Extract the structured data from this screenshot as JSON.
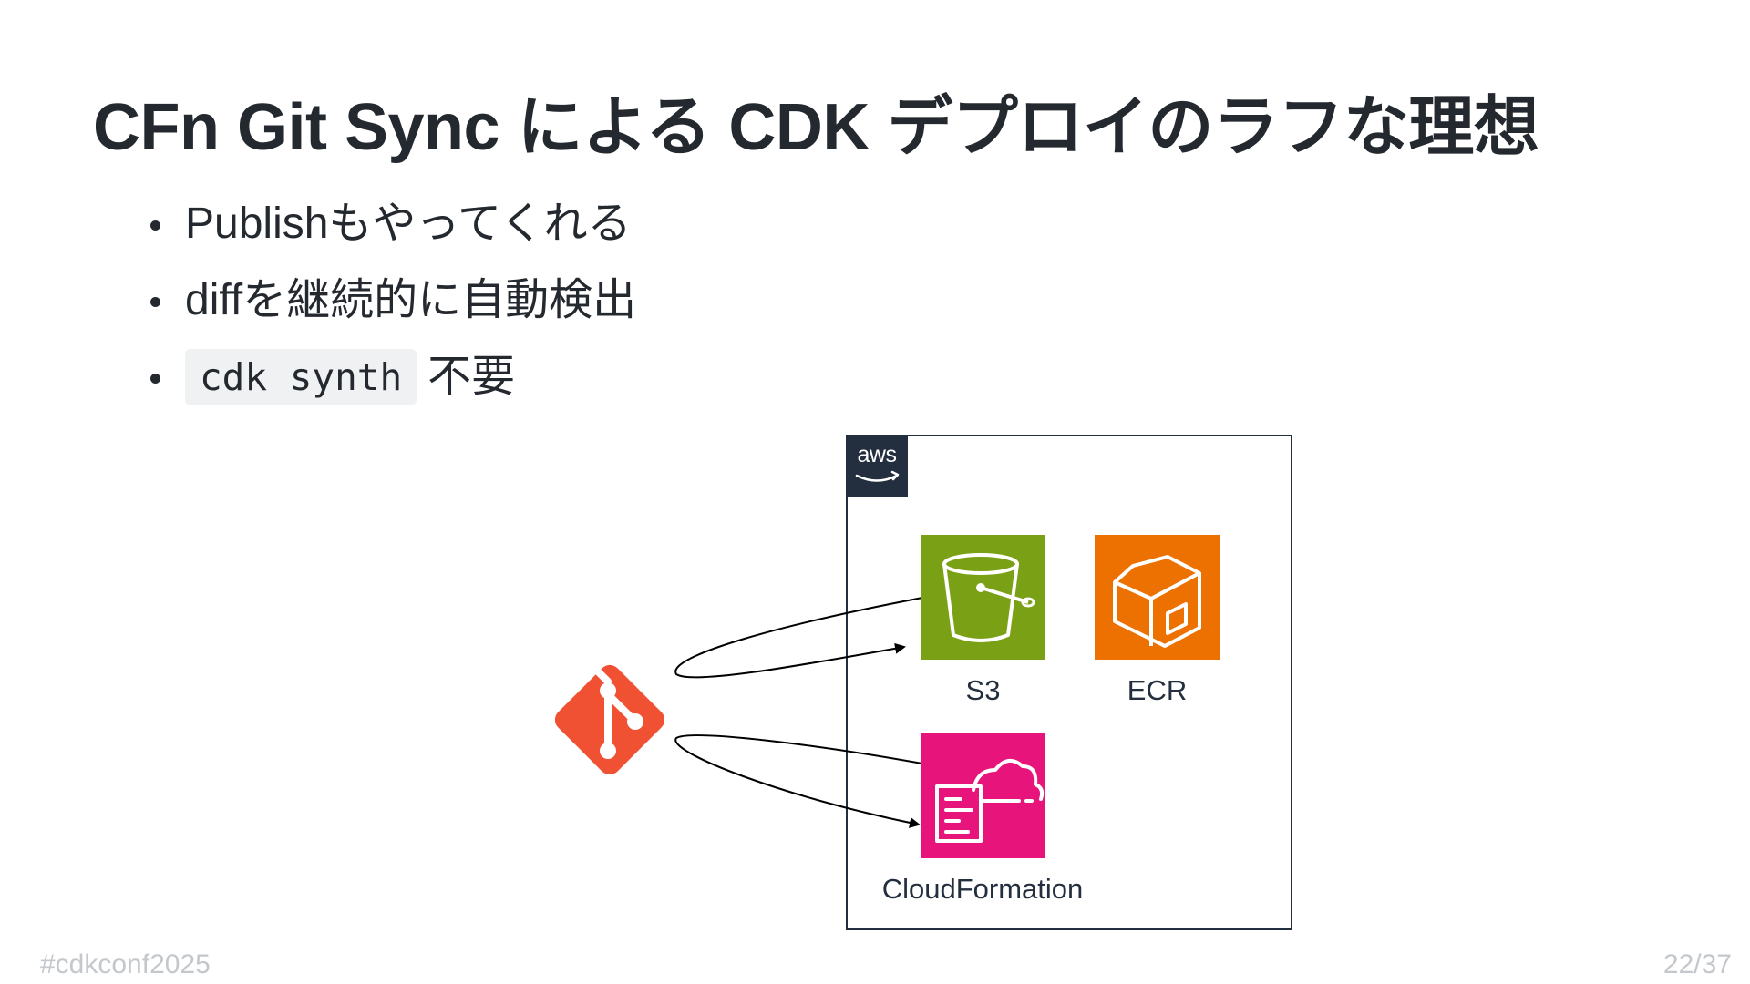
{
  "title": "CFn Git Sync による CDK デプロイのラフな理想",
  "bullets": [
    {
      "text": "Publishもやってくれる"
    },
    {
      "text": "diffを継続的に自動検出"
    },
    {
      "code": "cdk synth",
      "text": "不要"
    }
  ],
  "diagram": {
    "aws_logo_text": "aws",
    "services": {
      "s3": {
        "label": "S3",
        "color": "#7aa116"
      },
      "ecr": {
        "label": "ECR",
        "color": "#ed7100"
      },
      "cloudformation": {
        "label": "CloudFormation",
        "color": "#e7157b"
      }
    },
    "git_color": "#f05133",
    "icons": [
      "git-icon",
      "s3-bucket-icon",
      "ecr-container-icon",
      "cloudformation-icon"
    ]
  },
  "footer": {
    "hashtag": "#cdkconf2025",
    "page": "22/37"
  }
}
